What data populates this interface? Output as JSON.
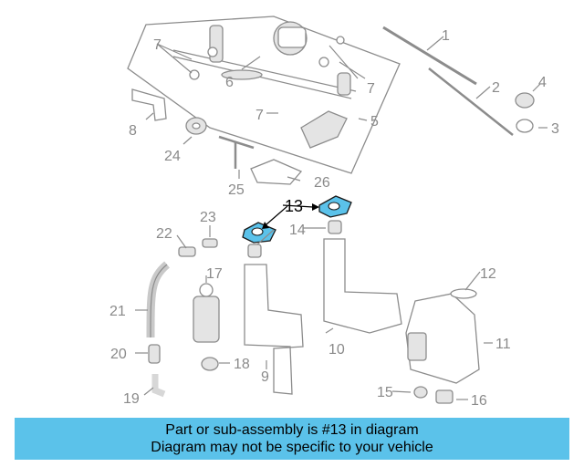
{
  "banner": {
    "line1": "Part or sub-assembly is #13 in diagram",
    "line2": "Diagram may not be specific to your vehicle"
  },
  "colors": {
    "highlight": "#5bc2ea",
    "banner": "#5bc2ea",
    "label": "#8a8a8a"
  },
  "callouts": {
    "c1": "1",
    "c2": "2",
    "c3": "3",
    "c4": "4",
    "c5": "5",
    "c6": "6",
    "c7a": "7",
    "c7b": "7",
    "c7c": "7",
    "c8": "8",
    "c9": "9",
    "c10": "10",
    "c11": "11",
    "c12": "12",
    "c13": "13",
    "c14": "14",
    "c15": "15",
    "c16": "16",
    "c17": "17",
    "c18": "18",
    "c19": "19",
    "c20": "20",
    "c21": "21",
    "c22": "22",
    "c23": "23",
    "c24": "24",
    "c25": "25",
    "c26": "26"
  }
}
